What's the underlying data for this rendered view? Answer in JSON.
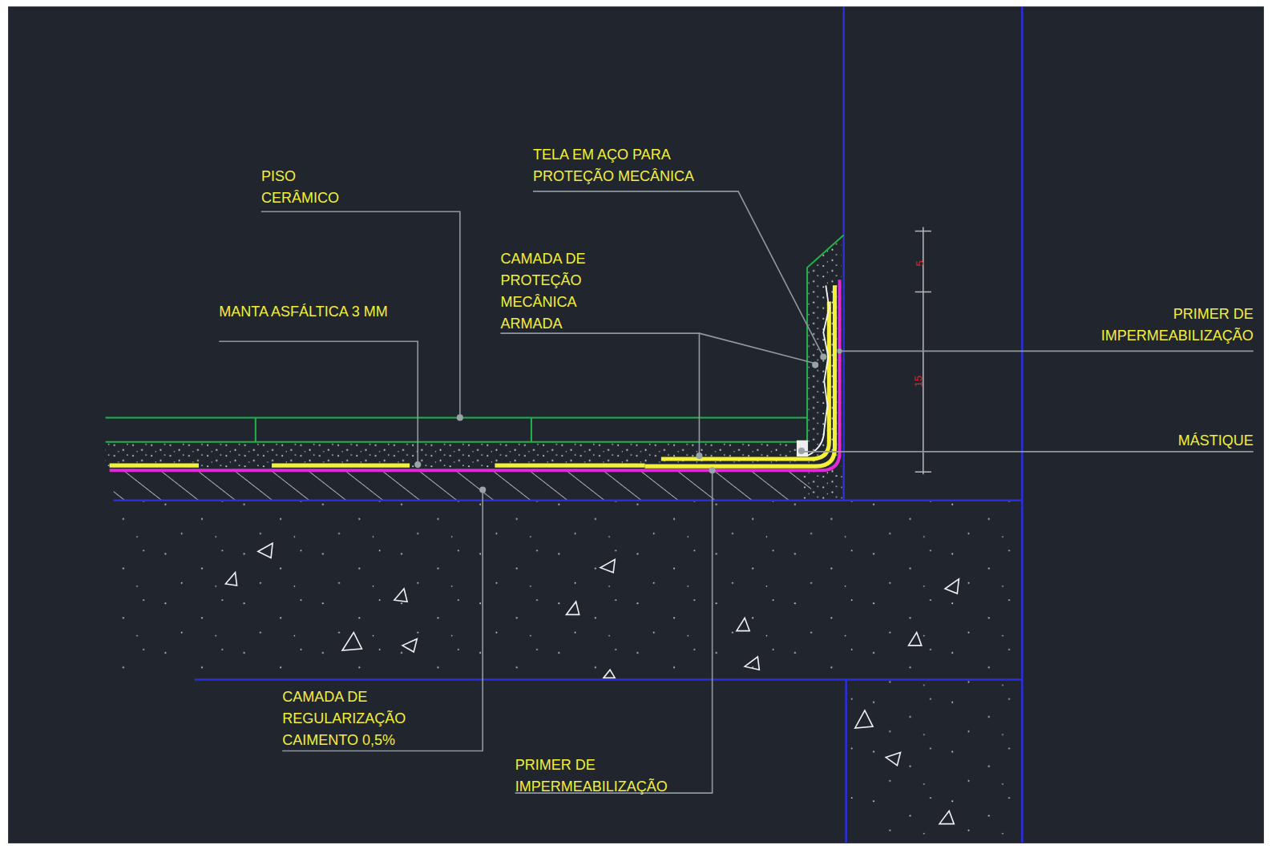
{
  "diagram": {
    "labels": [
      "TELA EM AÇO PARA PROTEÇÃO MECÂNICA",
      "PISO CERÂMICO",
      "CAMADA DE PROTEÇÃO MECÂNICA ARMADA",
      "MANTA ASFÁLTICA 3 MM",
      "PRIMER DE IMPERMEABILIZAÇÃO",
      "MÁSTIQUE",
      "5",
      "15",
      "CAMADA DE REGULARIZAÇÃO CAIMENTO 0,5%",
      "PRIMER DE IMPERMEABILIZAÇÃO"
    ]
  }
}
